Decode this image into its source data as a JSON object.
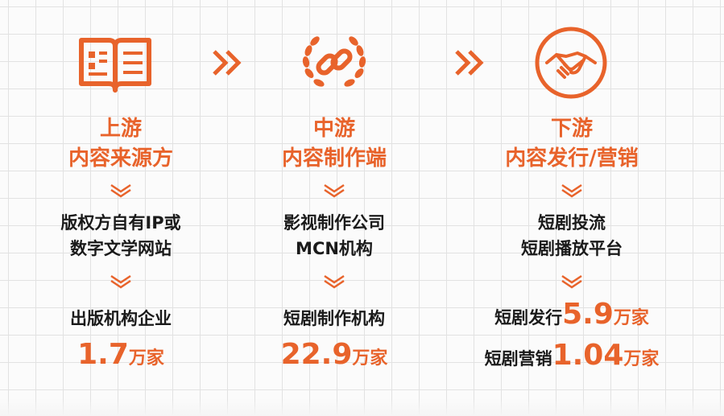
{
  "colors": {
    "accent": "#e8632b",
    "text": "#1a1a1a"
  },
  "stages": [
    {
      "icon": "open-book-icon",
      "title_line1": "上游",
      "title_line2": "内容来源方",
      "desc_line1": "版权方自有IP或",
      "desc_line2": "数字文学网站",
      "stat_label": "出版机构企业",
      "stat_value": "1.7",
      "stat_unit": "万家"
    },
    {
      "icon": "chain-link-laurel-icon",
      "title_line1": "中游",
      "title_line2": "内容制作端",
      "desc_line1": "影视制作公司",
      "desc_line2": "MCN机构",
      "stat_label": "短剧制作机构",
      "stat_value": "22.9",
      "stat_unit": "万家"
    },
    {
      "icon": "handshake-icon",
      "title_line1": "下游",
      "title_line2": "内容发行/营销",
      "desc_line1": "短剧投流",
      "desc_line2": "短剧播放平台",
      "stat1_label": "短剧发行",
      "stat1_value": "5.9",
      "stat1_unit": "万家",
      "stat2_label": "短剧营销",
      "stat2_value": "1.04",
      "stat2_unit": "万家"
    }
  ]
}
